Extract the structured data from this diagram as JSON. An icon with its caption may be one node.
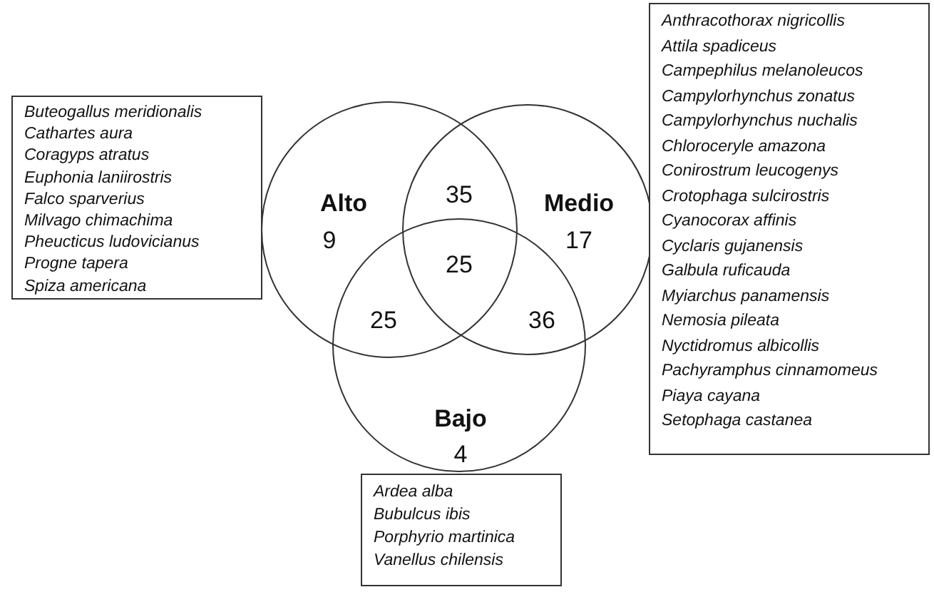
{
  "diagram": {
    "nodes": [
      {
        "text": [
          "Alto",
          "9"
        ]
      },
      {
        "text": [
          "Medio",
          "17"
        ]
      },
      {
        "text": [
          "Bajo",
          "4"
        ]
      },
      {
        "text": [
          "Buteogallus meridionalis",
          "Cathartes aura",
          "Coragyps atratus",
          "Euphonia laniirostris",
          "Falco sparverius",
          "Milvago chimachima",
          "Pheucticus ludovicianus",
          "Progne tapera",
          "Spiza americana"
        ]
      },
      {
        "text": [
          "Anthracothorax nigricollis",
          "Attila spadiceus",
          "Campephilus melanoleucos",
          "Campylorhynchus zonatus",
          "Campylorhynchus nuchalis",
          "Chloroceryle amazona",
          "Conirostrum leucogenys",
          "Crotophaga sulcirostris",
          "Cyanocorax affinis",
          "Cyclaris gujanensis",
          "Galbula ruficauda",
          "Myiarchus panamensis",
          "Nemosia pileata",
          "Nyctidromus albicollis",
          "Pachyramphus cinnamomeus",
          "Piaya cayana",
          "Setophaga castanea"
        ]
      },
      {
        "text": [
          "Ardea alba",
          "Bubulcus ibis",
          "Porphyrio martinica",
          "Vanellus chilensis"
        ]
      }
    ],
    "edges": [],
    "labels": [
      "35",
      "25",
      "25",
      "36"
    ]
  }
}
